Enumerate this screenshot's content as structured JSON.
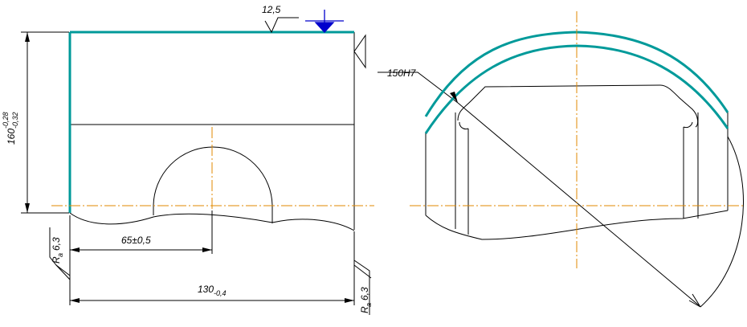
{
  "dimensions": {
    "roughness_top": "12,5",
    "height_value": "160",
    "height_tol_upper": "-0,28",
    "height_tol_lower": "-0,32",
    "offset": "65±0,5",
    "length_value": "130",
    "length_tol": "-0,4",
    "roughness_left_symbol": "R",
    "roughness_left_sub": "a",
    "roughness_left_value": "6,3",
    "roughness_right_symbol": "R",
    "roughness_right_sub": "a",
    "roughness_right_value": "6,3",
    "bore": "150H7"
  },
  "colors": {
    "outline": "#000000",
    "surface": "#009a9a",
    "centerline": "#e08a00",
    "base_symbol": "#0000cc"
  }
}
